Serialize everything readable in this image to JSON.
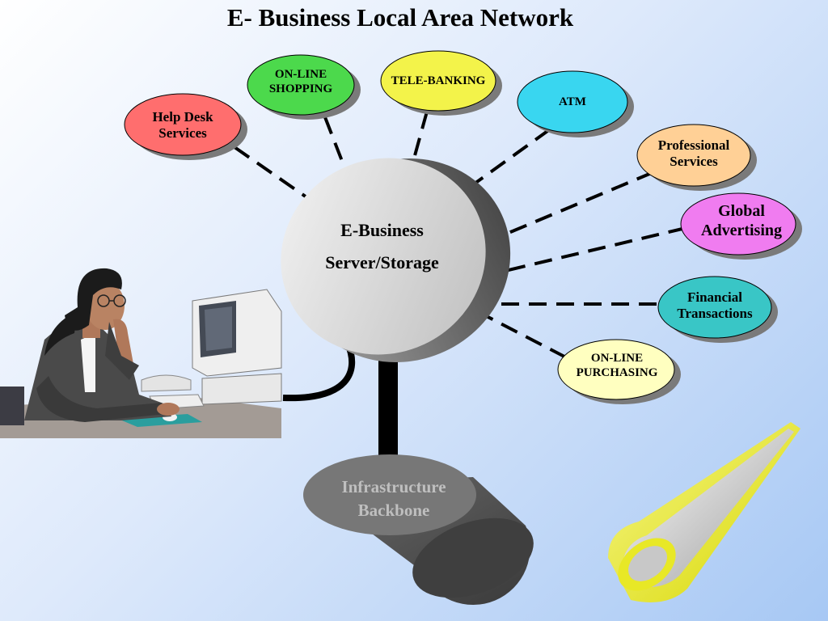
{
  "title": "E- Business Local Area Network",
  "center": {
    "line1": "E-Business",
    "line2": "Server/Storage"
  },
  "backbone": {
    "line1": "Infrastructure",
    "line2": "Backbone"
  },
  "services": [
    {
      "id": "help-desk",
      "lines": [
        "Help Desk",
        "Services"
      ],
      "color": "#ff6e6e"
    },
    {
      "id": "online-shopping",
      "lines": [
        "ON-LINE",
        "SHOPPING"
      ],
      "color": "#4cd94c"
    },
    {
      "id": "tele-banking",
      "lines": [
        "TELE-BANKING"
      ],
      "color": "#f3f34a"
    },
    {
      "id": "atm",
      "lines": [
        "ATM"
      ],
      "color": "#39d6f0"
    },
    {
      "id": "professional-services",
      "lines": [
        "Professional",
        "Services"
      ],
      "color": "#ffd096"
    },
    {
      "id": "global-advertising",
      "lines": [
        "Global",
        "Advertising"
      ],
      "color": "#f07cf0"
    },
    {
      "id": "financial-transactions",
      "lines": [
        "Financial",
        "Transactions"
      ],
      "color": "#39c6c6"
    },
    {
      "id": "online-purchasing",
      "lines": [
        "ON-LINE",
        "PURCHASING"
      ],
      "color": "#ffffc0"
    }
  ]
}
